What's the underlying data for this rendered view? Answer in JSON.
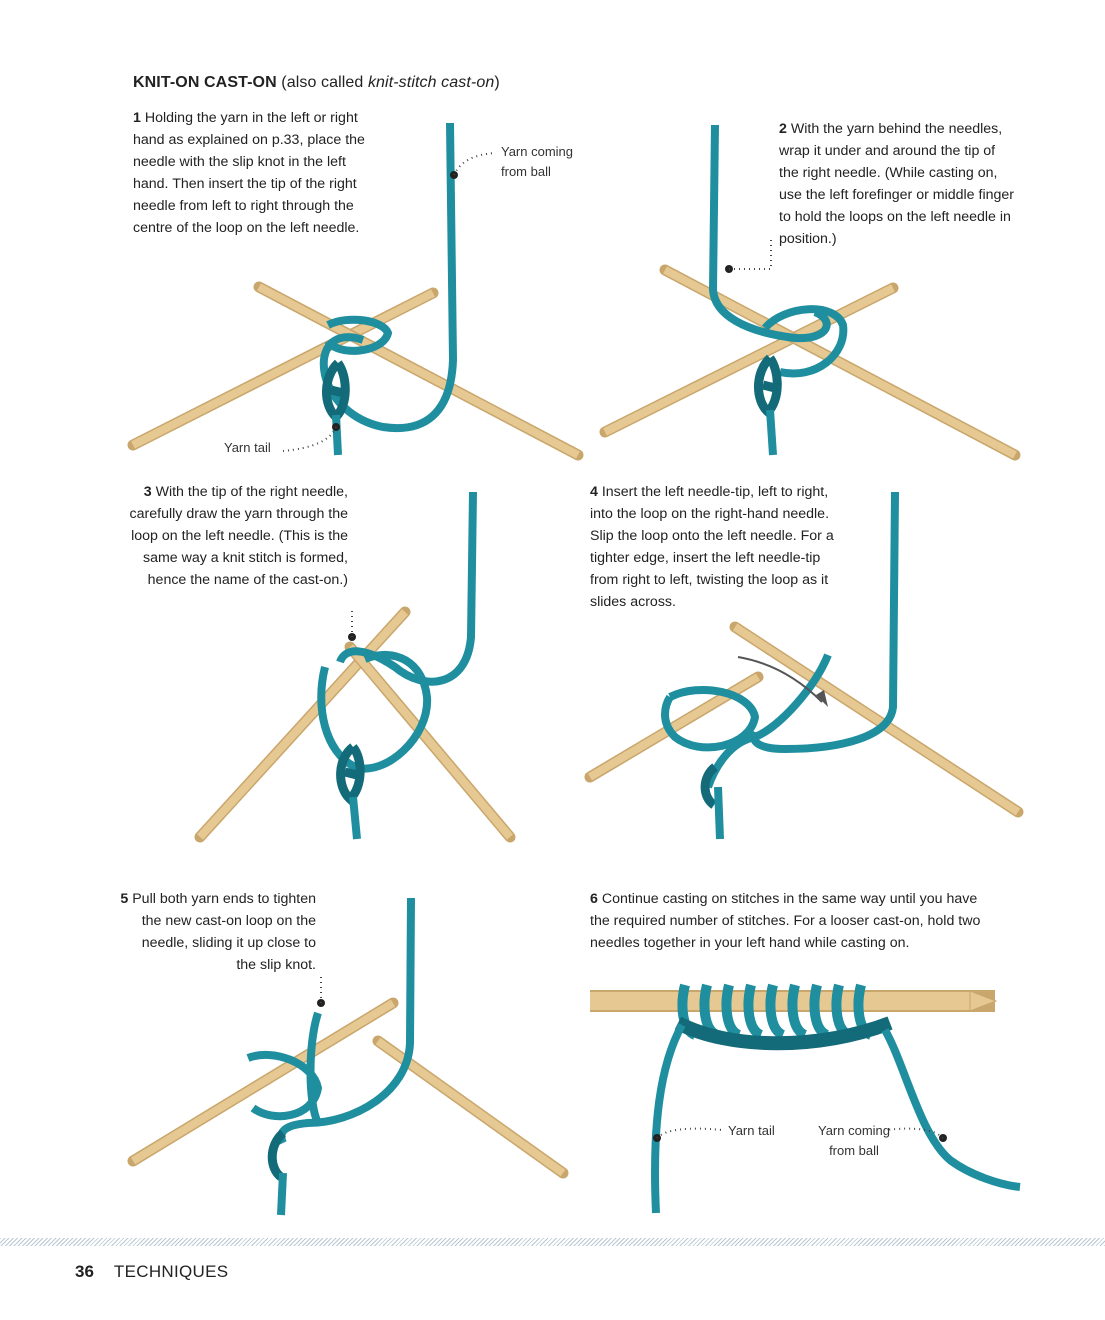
{
  "heading": {
    "title": "KNIT-ON CAST-ON",
    "subtitle_open": "(also called ",
    "subtitle_italic": "knit-stitch cast-on",
    "subtitle_close": ")"
  },
  "steps": [
    {
      "num": "1",
      "text": "Holding the yarn in the left or right hand as explained on p.33, place the needle with the slip knot in the left hand. Then insert the tip of the right needle from left to right through the centre of the loop on the left needle."
    },
    {
      "num": "2",
      "text": "With the yarn behind the needles, wrap it under and around the tip of the right needle. (While casting on, use the left forefinger or middle finger to hold the loops on the left needle in position.)"
    },
    {
      "num": "3",
      "text": "With the tip of the right needle, carefully draw the yarn through the loop on the left needle. (This is the same way a knit stitch is formed, hence the name of the cast-on.)"
    },
    {
      "num": "4",
      "text": "Insert the left needle-tip, left to right, into the loop on the right-hand needle. Slip the loop onto the left needle. For a tighter edge, insert the left needle-tip from right to left, twisting the loop as it slides across."
    },
    {
      "num": "5",
      "text": "Pull both yarn ends to tighten the new cast-on loop on the needle, sliding it up close to the slip knot."
    },
    {
      "num": "6",
      "text": "Continue casting on stitches in the same way until you have the required number of stitches. For a looser cast-on, hold two needles together in your left hand while casting on."
    }
  ],
  "labels": {
    "yarn_ball_1": "Yarn coming from ball",
    "yarn_tail_1": "Yarn tail",
    "yarn_tail_6": "Yarn tail",
    "yarn_ball_6": "Yarn coming from ball"
  },
  "footer": {
    "page_number": "36",
    "section": "TECHNIQUES"
  },
  "colors": {
    "yarn": "#1f8fa0",
    "yarn_dark": "#136a78",
    "needle": "#e6c893",
    "needle_edge": "#c9a66b",
    "rule": "#b9c9d2"
  }
}
